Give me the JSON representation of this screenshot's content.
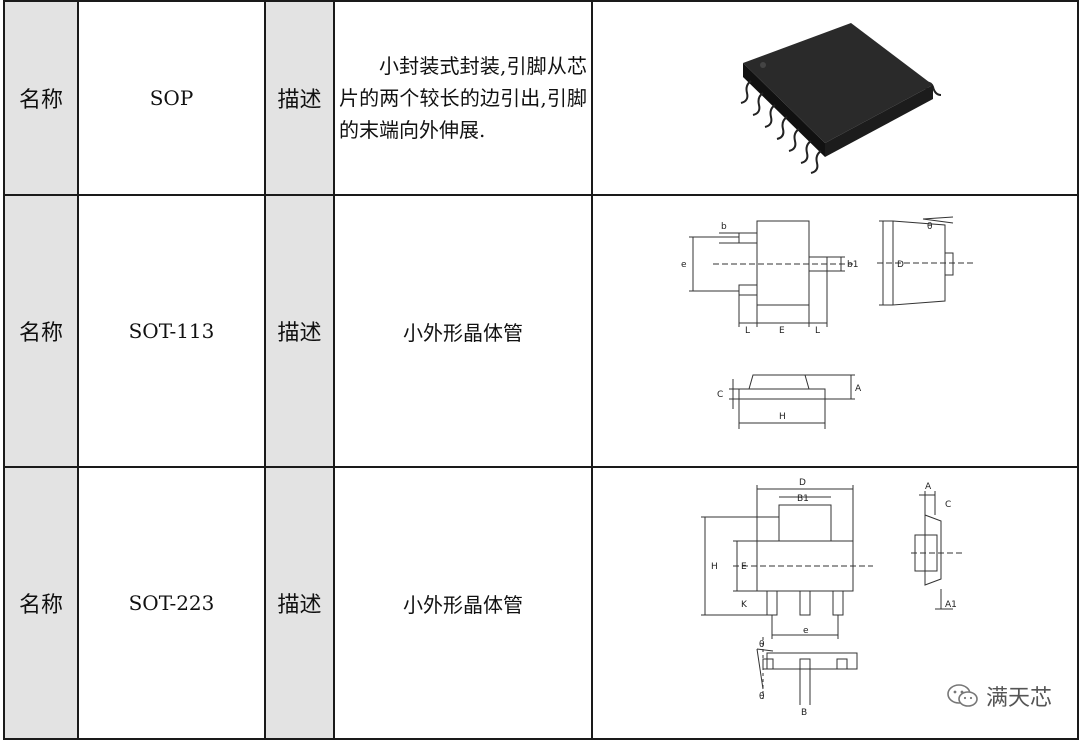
{
  "rows": [
    {
      "label_name": "名称",
      "name": "SOP",
      "label_desc": "描述",
      "description": "小封装式封装,引脚从芯片的两个较长的边引出,引脚的末端向外伸展.",
      "image_icon": "sop-chip-illustration"
    },
    {
      "label_name": "名称",
      "name": "SOT-113",
      "label_desc": "描述",
      "description": "小外形晶体管",
      "image_icon": "sot-113-dimension-drawing",
      "dims": {
        "b": "b",
        "b1": "b1",
        "e": "e",
        "D": "D",
        "theta": "θ",
        "L1": "L",
        "E": "E",
        "L2": "L",
        "C": "C",
        "A": "A",
        "H": "H"
      }
    },
    {
      "label_name": "名称",
      "name": "SOT-223",
      "label_desc": "描述",
      "description": "小外形晶体管",
      "image_icon": "sot-223-dimension-drawing",
      "dims": {
        "D": "D",
        "B1": "B1",
        "H": "H",
        "E": "E",
        "K": "K",
        "e": "e",
        "A": "A",
        "C": "C",
        "A1": "A1",
        "theta1": "θ",
        "theta2": "θ",
        "B": "B"
      }
    }
  ],
  "watermark": {
    "text": "满天芯",
    "icon": "wechat-icon"
  }
}
